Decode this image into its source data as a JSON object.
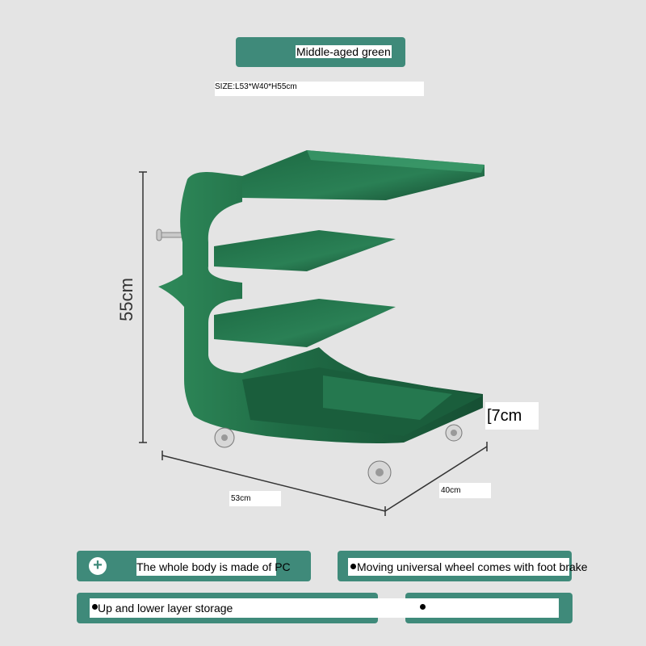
{
  "color_name": "Middle-aged green",
  "size_text": "SIZE:L53*W40*H55cm",
  "dimensions": {
    "height": "55cm",
    "length": "53cm",
    "width": "40cm",
    "wheel": "[7cm"
  },
  "features": [
    "The whole body is made of PC",
    "Moving universal wheel comes with foot brake",
    "Up and lower layer storage"
  ],
  "colors": {
    "product": "#1f6b45",
    "badge": "#3f8a7a",
    "background": "#e4e4e4"
  },
  "icons": [
    "plus-icon",
    "bullet-dot-icon"
  ]
}
